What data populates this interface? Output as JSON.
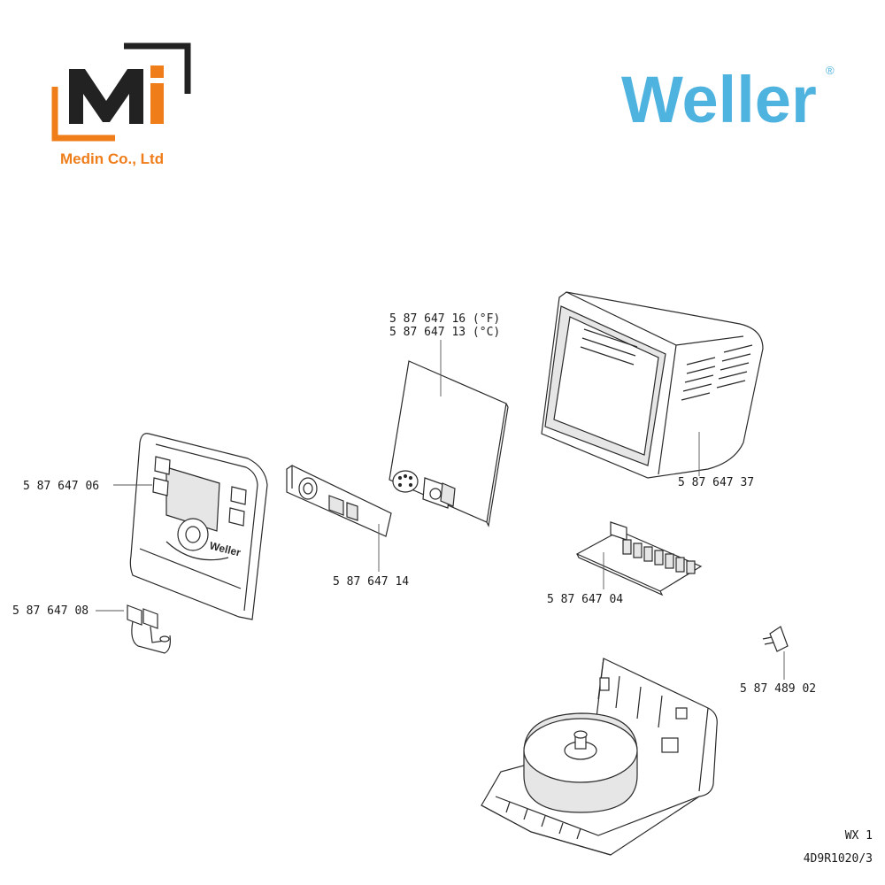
{
  "company_logo": {
    "mark": "Mi",
    "company_name": "Medin Co., Ltd",
    "colors": {
      "dark": "#222222",
      "orange": "#ef7d1a"
    }
  },
  "brand_logo": {
    "text": "Weller",
    "registered": "®",
    "color": "#4fb3df"
  },
  "parts": [
    {
      "id": "front_panel",
      "label": "5 87 647 06"
    },
    {
      "id": "holder_bracket",
      "label": "5 87 647 08"
    },
    {
      "id": "switch_panel",
      "label": "5 87 647 14"
    },
    {
      "id": "main_board_f",
      "label": "5 87 647 16 (°F)"
    },
    {
      "id": "main_board_c",
      "label": "5 87 647 13 (°C)"
    },
    {
      "id": "housing_cover",
      "label": "5 87 647 37"
    },
    {
      "id": "socket_board",
      "label": "5 87 647 04"
    },
    {
      "id": "mains_plug",
      "label": "5 87 489 02"
    }
  ],
  "footer": {
    "model": "WX 1",
    "document_code": "4D9R1020/3"
  }
}
